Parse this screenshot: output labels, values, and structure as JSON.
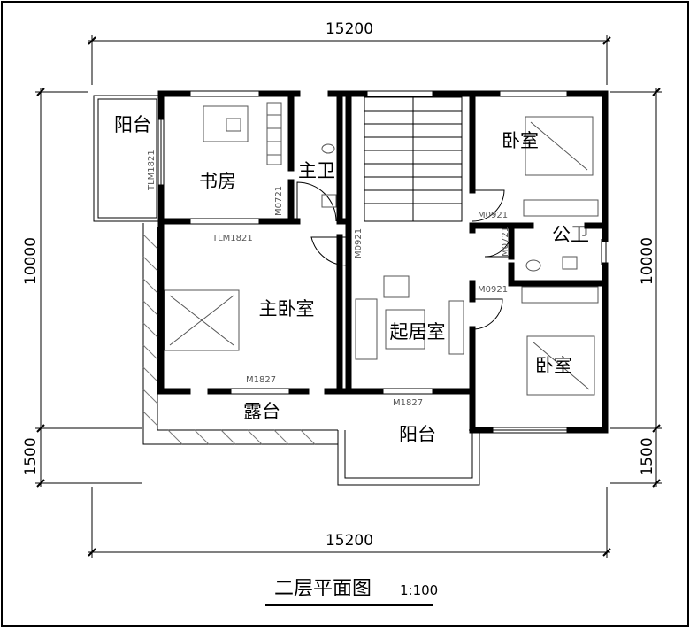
{
  "title": "二层平面图",
  "scale": "1:100",
  "dimensions": {
    "top": "15200",
    "bottom": "15200",
    "left_main": "10000",
    "left_balcony": "1500",
    "right_main": "10000",
    "right_balcony": "1500"
  },
  "rooms": {
    "balcony_nw": "阳台",
    "study": "书房",
    "master_bath": "主卫",
    "bedroom_ne": "卧室",
    "public_bath": "公卫",
    "master_bedroom": "主卧室",
    "living_room": "起居室",
    "bedroom_se": "卧室",
    "terrace": "露台",
    "balcony_s": "阳台"
  },
  "doors": {
    "tlm_study": "TLM1821",
    "tlm_master": "TLM1821",
    "m0721_bath": "M0721",
    "m0921_master": "M0921",
    "m0921_ne": "M0921",
    "m0721_public": "M0721",
    "m0921_se": "M0921",
    "m1827_master": "M1827",
    "m1827_living": "M1827"
  }
}
